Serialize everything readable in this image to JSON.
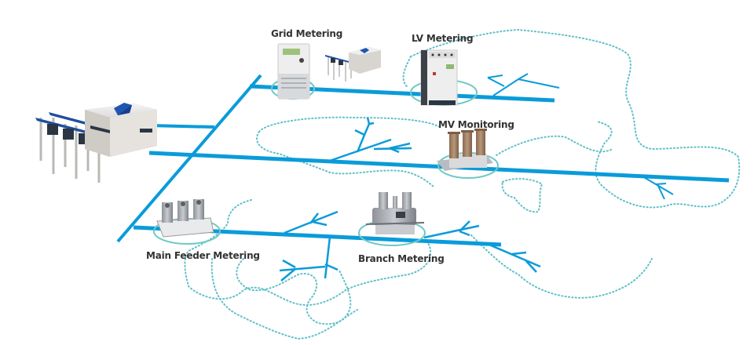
{
  "diagram": {
    "title": "Distribution network metering and monitoring points",
    "colors": {
      "line": "#0a9bd9",
      "ring": "#6ec9c4",
      "area": "#5fc0c8",
      "label": "#333333",
      "device_white": "#eeeeee",
      "device_grey": "#c9c9c9",
      "accent_blue": "#1f56b3",
      "insulator_brown": "#9a7b5f"
    },
    "nodes": [
      {
        "id": "substation",
        "label": "",
        "icon": "substation-icon"
      },
      {
        "id": "grid",
        "label": "Grid Metering",
        "icon": "smart-meter-icon"
      },
      {
        "id": "lv",
        "label": "LV Metering",
        "icon": "lv-meter-icon"
      },
      {
        "id": "mv",
        "label": "MV Monitoring",
        "icon": "mv-sensor-icon"
      },
      {
        "id": "main-feeder",
        "label": "Main Feeder Metering",
        "icon": "current-transformer-icon"
      },
      {
        "id": "branch",
        "label": "Branch Metering",
        "icon": "branch-transformer-icon"
      }
    ]
  }
}
